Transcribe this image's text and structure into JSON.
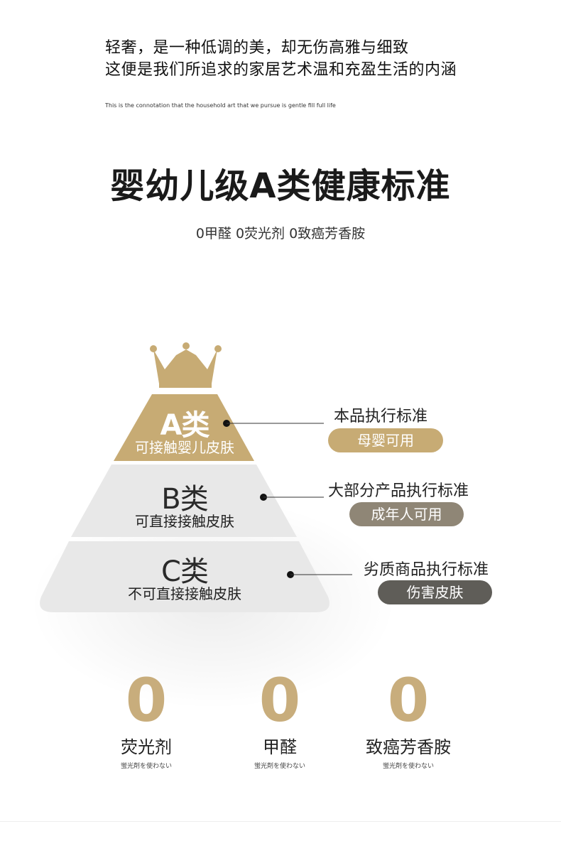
{
  "intro": {
    "line1": "轻奢，是一种低调的美，却无伤高雅与细致",
    "line2": "这便是我们所追求的家居艺术温和充盈生活的内涵",
    "english": "This is the connotation that the household art that we pursue is gentle fill full life"
  },
  "headline": {
    "title": "婴幼儿级A类健康标准",
    "subtitle": "0甲醛 0荧光剂 0致癌芳香胺"
  },
  "pyramid": {
    "tiers": [
      {
        "title": "A类",
        "description": "可接触婴儿皮肤",
        "standard": "本品执行标准",
        "tag": "母婴可用"
      },
      {
        "title": "B类",
        "description": "可直接接触皮肤",
        "standard": "大部分产品执行标准",
        "tag": "成年人可用"
      },
      {
        "title": "C类",
        "description": "不可直接接触皮肤",
        "standard": "劣质商品执行标准",
        "tag": "伤害皮肤"
      }
    ],
    "crown_icon": "crown-icon"
  },
  "zeros": [
    {
      "number": "0",
      "label": "荧光剂",
      "note": "蛍光剤を使わない"
    },
    {
      "number": "0",
      "label": "甲醛",
      "note": "蛍光剤を使わない"
    },
    {
      "number": "0",
      "label": "致癌芳香胺",
      "note": "蛍光剤を使わない"
    }
  ],
  "colors": {
    "gold": "#c7ab74",
    "tier_gray": "#e8e8e8",
    "tag_b": "#8f8676",
    "tag_c": "#5f5d58",
    "zero_gold": "#c8ad7c"
  }
}
